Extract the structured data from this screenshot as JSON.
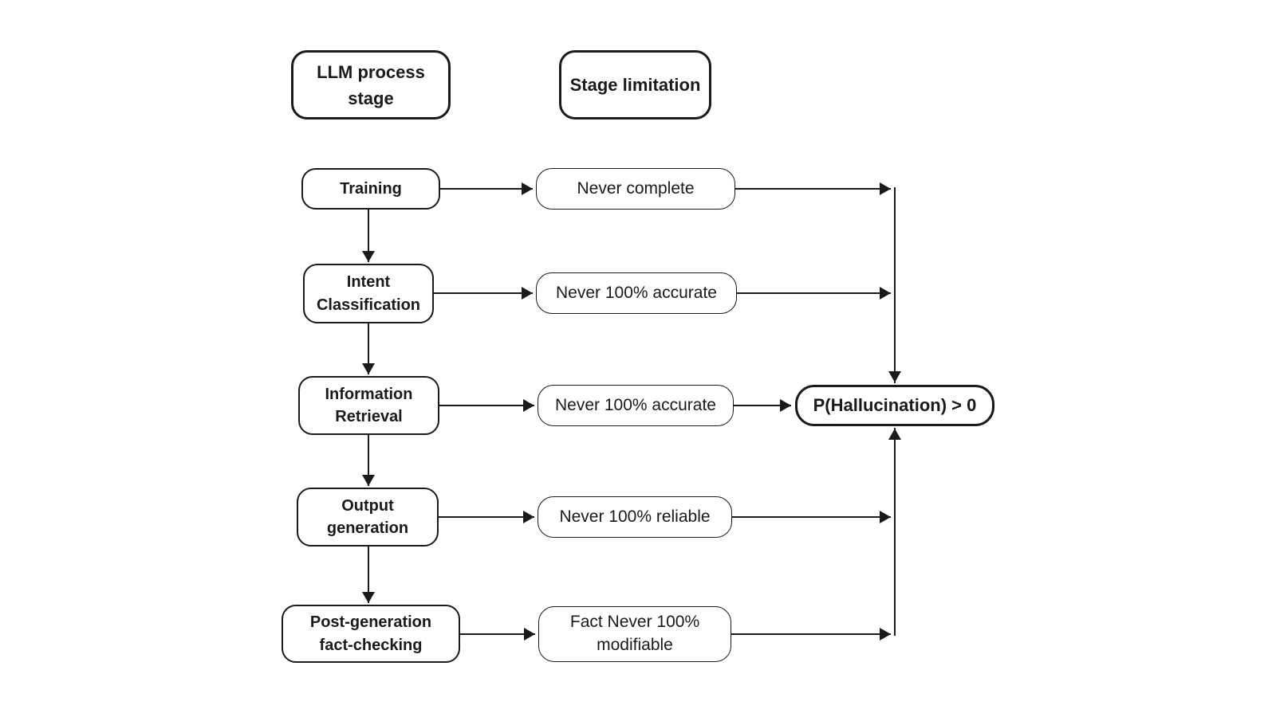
{
  "diagram": {
    "headers": {
      "process": "LLM process stage",
      "limitation": "Stage limitation"
    },
    "stages": [
      {
        "lines": [
          "Training"
        ]
      },
      {
        "lines": [
          "Intent",
          "Classification"
        ]
      },
      {
        "lines": [
          "Information",
          "Retrieval"
        ]
      },
      {
        "lines": [
          "Output",
          "generation"
        ]
      },
      {
        "lines": [
          "Post-generation",
          "fact-checking"
        ]
      }
    ],
    "limitations": [
      {
        "lines": [
          "Never complete"
        ]
      },
      {
        "lines": [
          "Never 100% accurate"
        ]
      },
      {
        "lines": [
          "Never 100% accurate"
        ]
      },
      {
        "lines": [
          "Never 100% reliable"
        ]
      },
      {
        "lines": [
          "Fact Never 100%",
          "modifiable"
        ]
      }
    ],
    "conclusion": "P(Hallucination) > 0",
    "colors": {
      "line": "#1a1a1a",
      "background": "#ffffff",
      "box_fill": "#ffffff"
    }
  }
}
